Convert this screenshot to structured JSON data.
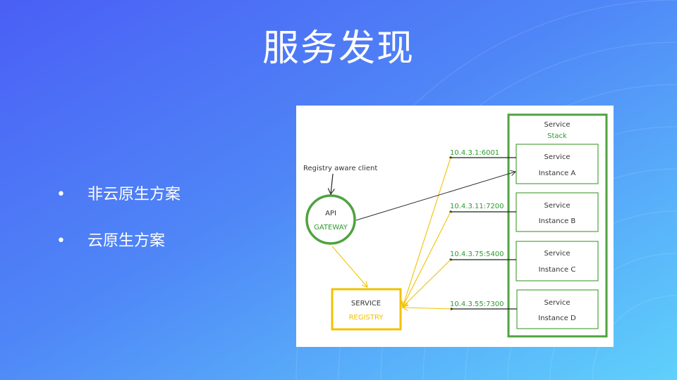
{
  "slide": {
    "title": "服务发现",
    "bullets": [
      "非云原生方案",
      "云原生方案"
    ],
    "bullet_symbol": "•"
  },
  "diagram": {
    "client_label": "Registry aware client",
    "gateway": {
      "line1": "API",
      "line2": "GATEWAY"
    },
    "registry": {
      "line1": "SERVICE",
      "line2": "REGISTRY"
    },
    "stack": {
      "line1": "Service",
      "line2": "Stack"
    },
    "instances": [
      {
        "line1": "Service",
        "line2": "Instance A",
        "address": "10.4.3.1:6001"
      },
      {
        "line1": "Service",
        "line2": "Instance B",
        "address": "10.4.3.11:7200"
      },
      {
        "line1": "Service",
        "line2": "Instance C",
        "address": "10.4.3.75:5400"
      },
      {
        "line1": "Service",
        "line2": "Instance D",
        "address": "10.4.3.55:7300"
      }
    ],
    "colors": {
      "green": "#4fa33e",
      "yellow": "#f2c200",
      "label_green": "#2e9a2e"
    }
  }
}
